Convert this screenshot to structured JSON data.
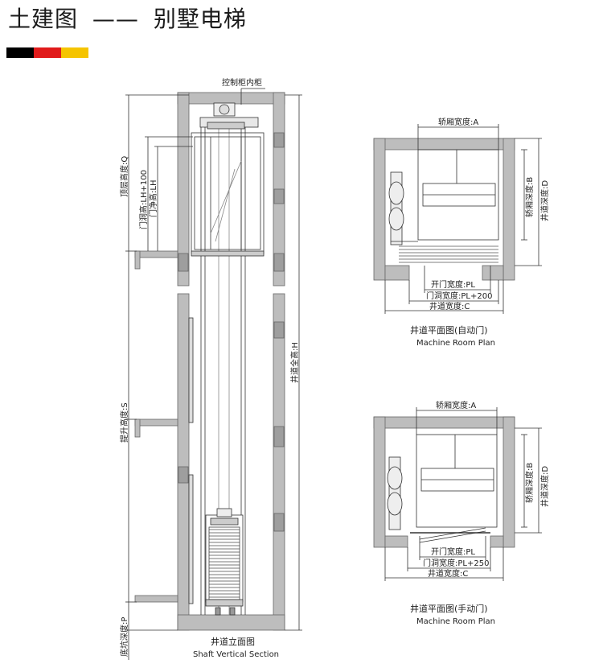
{
  "header": {
    "title": "土建图",
    "dash": "——",
    "subtitle": "别墅电梯",
    "colors": [
      "#000000",
      "#e11b1b",
      "#f5c400"
    ]
  },
  "section": {
    "control_cabinet": "控制柜内柜",
    "top_height": "顶层高度:Q",
    "door_opening_height": "门洞高:LH+100",
    "door_clear_height": "门净高:LH",
    "travel_height": "提升高度:S",
    "shaft_total_height": "井道全高:H",
    "pit_depth": "底坑深度:P",
    "caption_cn": "井道立面图",
    "caption_en": "Shaft Vertical Section"
  },
  "plan_auto": {
    "car_width": "轿厢宽度:A",
    "car_depth": "轿厢深度:B",
    "shaft_depth": "井道深度:D",
    "door_width": "开门宽度:PL",
    "door_opening_width": "门洞宽度:PL+200",
    "shaft_width": "井道宽度:C",
    "caption_cn": "井道平面图(自动门)",
    "caption_en": "Machine Room Plan"
  },
  "plan_manual": {
    "car_width": "轿厢宽度:A",
    "car_depth": "轿厢深度:B",
    "shaft_depth": "井道深度:D",
    "door_width": "开门宽度:PL",
    "door_opening_width": "门洞宽度:PL+250",
    "shaft_width": "井道宽度:C",
    "caption_cn": "井道平面图(手动门)",
    "caption_en": "Machine Room Plan"
  }
}
